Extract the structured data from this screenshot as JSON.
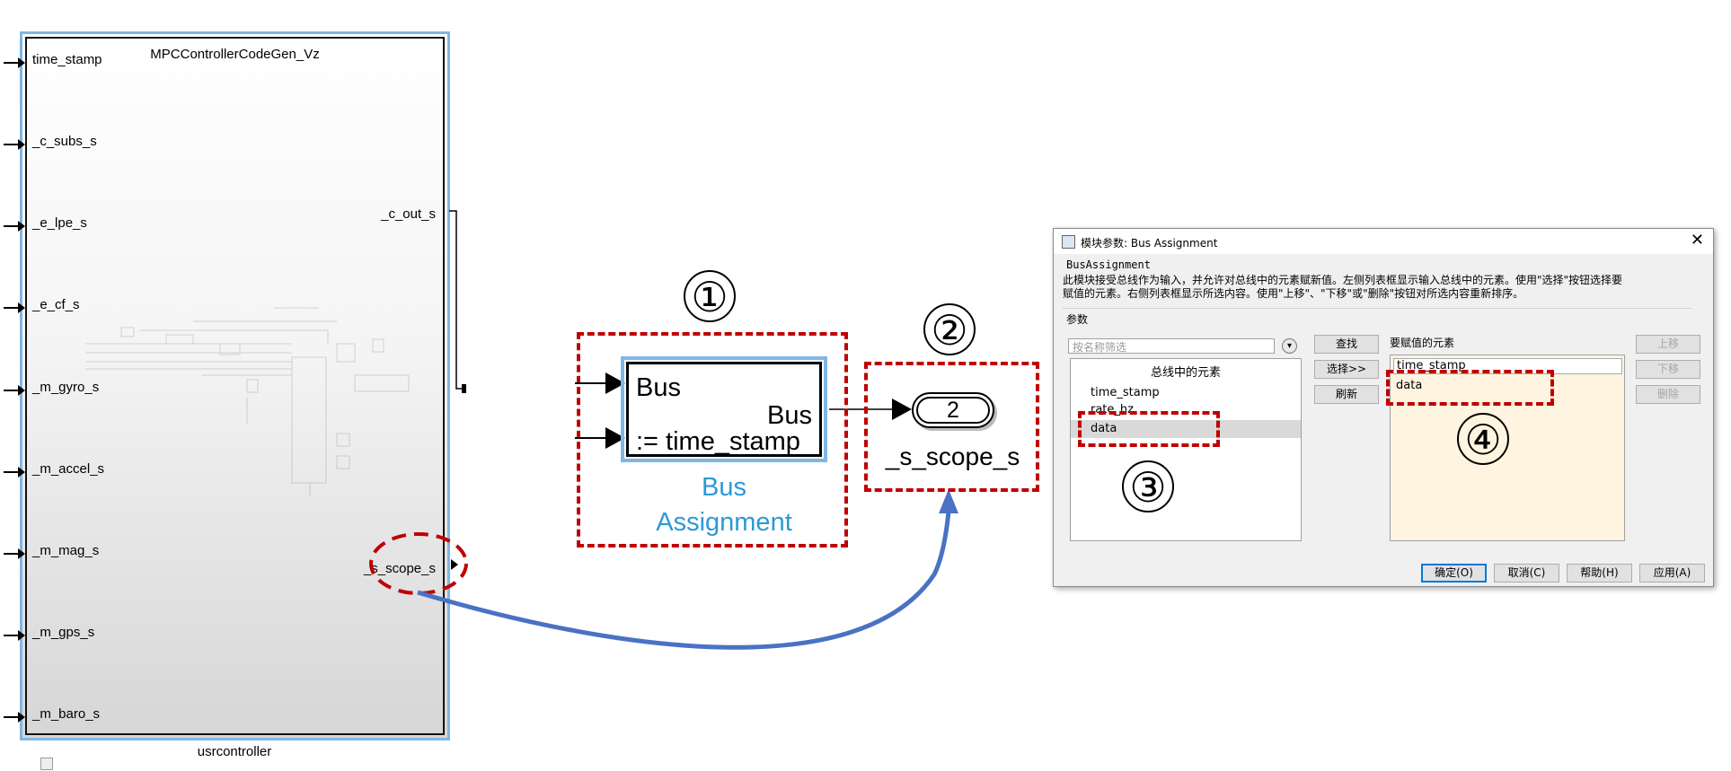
{
  "subsystem": {
    "title": "MPCControllerCodeGen_Vz",
    "name": "usrcontroller",
    "inputs": [
      "time_stamp",
      "_c_subs_s",
      "_e_lpe_s",
      "_e_cf_s",
      "_m_gyro_s",
      "_m_accel_s",
      "_m_mag_s",
      "_m_gps_s",
      "_m_baro_s"
    ],
    "outputs": [
      "_c_out_s",
      "_s_scope_s"
    ]
  },
  "annotations": {
    "n1": "①",
    "n2": "②",
    "n3": "③",
    "n4": "④"
  },
  "bus_block": {
    "in1": "Bus",
    "in2": ":= time_stamp",
    "out": "Bus",
    "label_line1": "Bus",
    "label_line2": "Assignment"
  },
  "goto": {
    "tag": "2",
    "label": "_s_scope_s"
  },
  "dialog": {
    "title": "模块参数: Bus Assignment",
    "close": "✕",
    "type": "BusAssignment",
    "description_line1": "此模块接受总线作为输入，并允许对总线中的元素赋新值。左侧列表框显示输入总线中的元素。使用\"选择\"按钮选择要",
    "description_line2": "赋值的元素。右侧列表框显示所选内容。使用\"上移\"、\"下移\"或\"删除\"按钮对所选内容重新排序。",
    "params_label": "参数",
    "filter_placeholder": "按名称筛选",
    "left_header": "总线中的元素",
    "left_items": [
      "time_stamp",
      "rate_hz",
      "data"
    ],
    "right_caption": "要赋值的元素",
    "right_items": [
      "time_stamp",
      "data"
    ],
    "btn_find": "查找",
    "btn_select": "选择>>",
    "btn_refresh": "刷新",
    "btn_up": "上移",
    "btn_down": "下移",
    "btn_delete": "删除",
    "btn_ok": "确定(O)",
    "btn_cancel": "取消(C)",
    "btn_help": "帮助(H)",
    "btn_apply": "应用(A)"
  },
  "colors": {
    "highlight": "#c00000",
    "arrow": "#4a72c4",
    "block_label": "#2a9ad6"
  }
}
